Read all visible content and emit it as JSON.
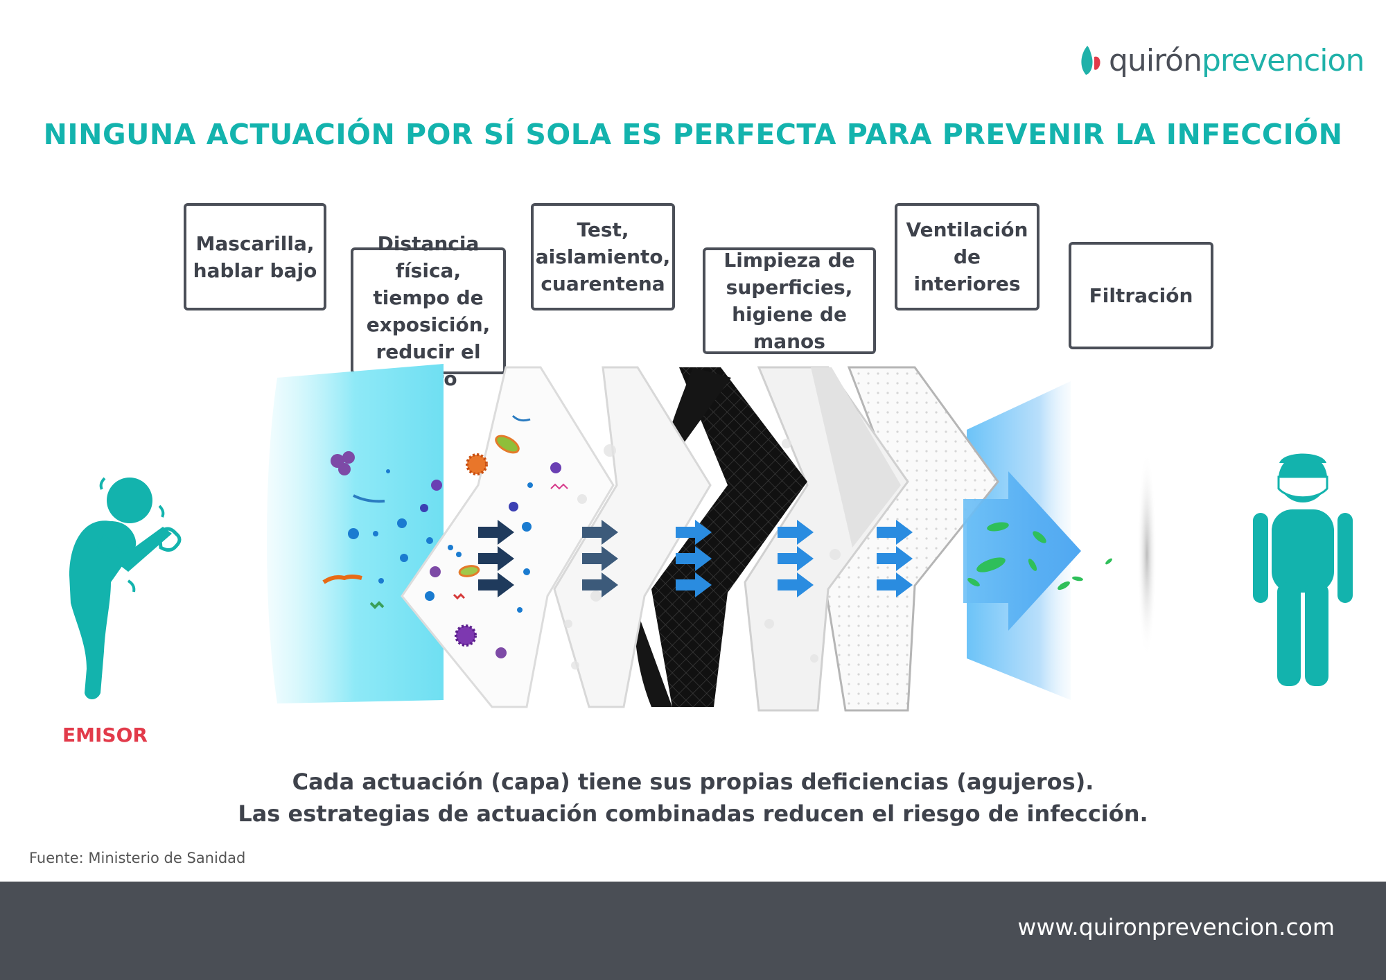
{
  "brand": {
    "logo_part1": "quirón",
    "logo_part2": "prevencion",
    "color_primary": "#13b3ad",
    "color_dark": "#4b4f58",
    "color_alert": "#e23a4a"
  },
  "title": "NINGUNA ACTUACIÓN POR SÍ SOLA ES PERFECTA PARA PREVENIR LA INFECCIÓN",
  "layers": [
    {
      "lines": [
        "Mascarilla,",
        "hablar bajo"
      ]
    },
    {
      "lines": [
        "Distancia física,",
        "tiempo de",
        "exposición,",
        "reducir el aforo"
      ]
    },
    {
      "lines": [
        "Test,",
        "aislamiento,",
        "cuarentena"
      ]
    },
    {
      "lines": [
        "Limpieza de",
        "superficies,",
        "higiene de manos"
      ]
    },
    {
      "lines": [
        "Ventilación",
        "de interiores"
      ]
    },
    {
      "lines": [
        "Filtración"
      ]
    }
  ],
  "emitter_label": "EMISOR",
  "caption": {
    "line1": "Cada actuación (capa) tiene sus propias deficiencias (agujeros).",
    "line2": "Las estrategias de actuación combinadas reducen el riesgo de infección."
  },
  "source": "Fuente: Ministerio de Sanidad",
  "website": "www.quironprevencion.com",
  "icons": [
    "logo-drop-icon",
    "coughing-person-icon",
    "masked-person-icon",
    "virus-icon",
    "bacteria-icon",
    "arrow-icon",
    "leaf-icon"
  ]
}
